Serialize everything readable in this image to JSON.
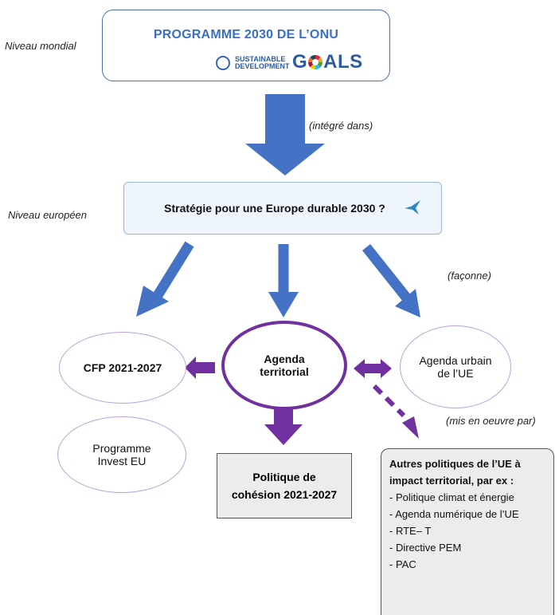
{
  "levels": {
    "world": "Niveau mondial",
    "europe": "Niveau européen"
  },
  "onu": {
    "title": "PROGRAMME 2030 DE L’ONU",
    "sdg_small_1": "SUSTAINABLE",
    "sdg_small_2": "DEVELOPMENT",
    "sdg_goals_pre": "G",
    "sdg_goals_post": "ALS"
  },
  "eu_strategy": {
    "title": "Stratégie pour une Europe durable 2030 ?"
  },
  "labels": {
    "integre": "(intégré dans)",
    "faconne": "(façonne)",
    "mis_en_oeuvre": "(mis en oeuvre par)"
  },
  "cfp": "CFP 2021-2027",
  "agenda_territorial": [
    "Agenda",
    "territorial"
  ],
  "agenda_urbain": [
    "Agenda urbain",
    "de l’UE"
  ],
  "invest_eu": [
    "Programme",
    "Invest EU"
  ],
  "cohesion": [
    "Politique de",
    "cohésion 2021-2027"
  ],
  "autres": {
    "title": [
      "Autres politiques de l’UE à",
      "impact territorial, par ex :"
    ],
    "items": [
      "- Politique climat et énergie",
      "- Agenda numérique de l’UE",
      "- RTE– T",
      "- Directive PEM",
      "- PAC"
    ]
  },
  "colors": {
    "blue_arrow": "#4472c4",
    "purple": "#7030a0",
    "title_blue": "#3c6fc2"
  }
}
